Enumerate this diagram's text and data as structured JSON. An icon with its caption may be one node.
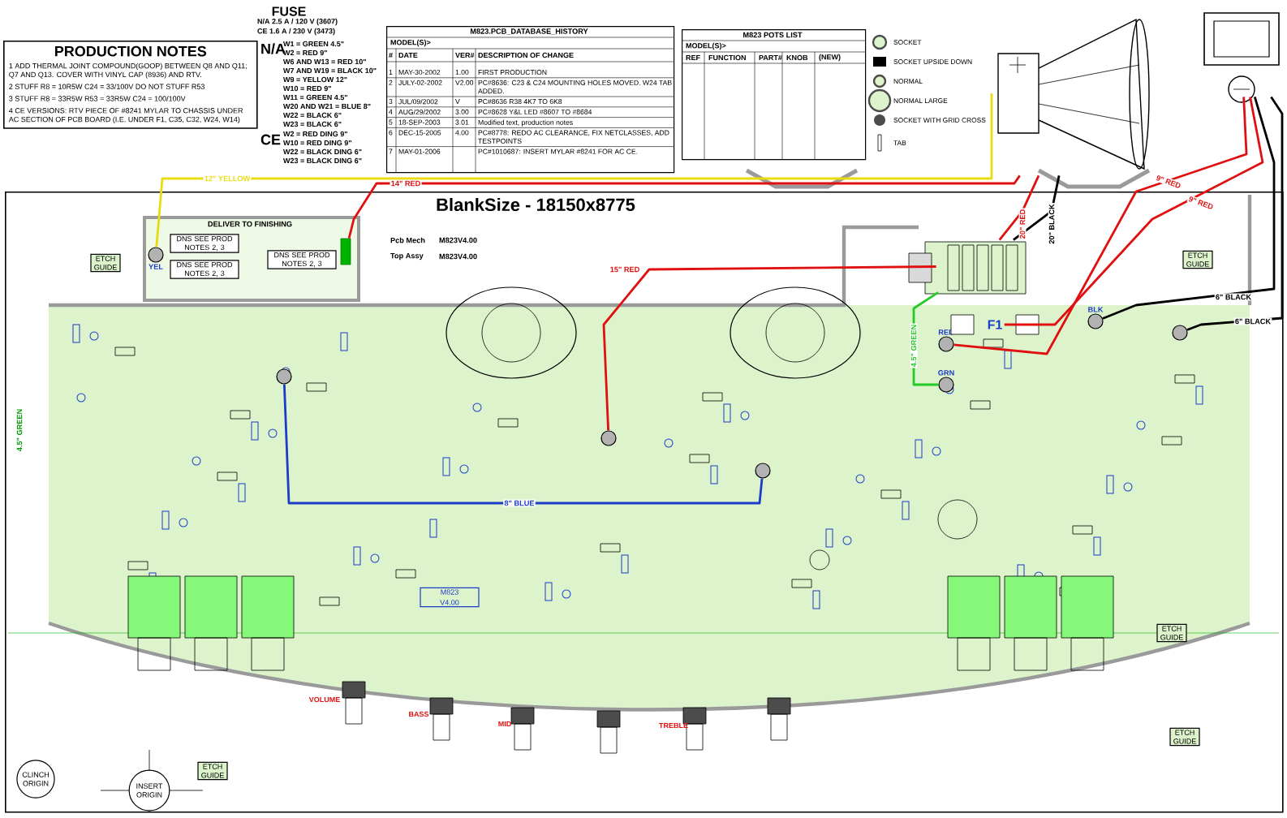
{
  "diagram": {
    "nodes": [
      {
        "text": [
          "PRODUCTION NOTES",
          "1 ADD THERMAL JOINT COMPOUND(GOOP) BETWEEN Q8 AND Q11; Q7 AND Q13. COVER WITH VINYL CAP (8936) AND RTV.",
          "2 STUFF R8 = 10R5W C24 = 33/100V DO NOT STUFF R53",
          "3 STUFF R8 = 33R5W R53 = 33R5W C24 = 100/100V",
          "4 CE VERSIONS: RTV PIECE OF #8241 MYLAR TO CHASSIS UNDER AC SECTION OF PCB BOARD (I.E. UNDER F1, C35, C32, W24, W14)"
        ]
      },
      {
        "text": [],
        "shape": "picture"
      },
      {
        "text": [],
        "shape": "picture"
      },
      {
        "text": [
          "BlankSize - 18150x8775"
        ]
      },
      {
        "text": [
          "DELIVER TO FINISHING"
        ],
        "in": 3
      },
      {
        "text": [
          "DNS SEE PROD NOTES 2, 3"
        ],
        "in": 4
      },
      {
        "text": [
          "DNS SEE PROD NOTES 2, 3"
        ],
        "in": 4
      },
      {
        "text": [
          "DNS SEE PROD NOTES 2, 3"
        ],
        "in": 4
      },
      {
        "text": [],
        "shape": "circle",
        "in": 4,
        "beside": [
          "YEL"
        ]
      },
      {
        "text": [],
        "shape": "box",
        "in": 4
      },
      {
        "text": [],
        "shape": "circle",
        "in": 3
      },
      {
        "text": [],
        "shape": "picture",
        "in": 3
      },
      {
        "text": [
          "F1"
        ],
        "in": 3
      },
      {
        "text": [],
        "shape": "circle",
        "in": 3,
        "beside": [
          "BLK"
        ]
      },
      {
        "text": [],
        "shape": "circle",
        "in": 3
      },
      {
        "text": [],
        "shape": "circle",
        "in": 3
      },
      {
        "text": [],
        "shape": "circle",
        "in": 3,
        "beside": [
          "GRN"
        ]
      },
      {
        "text": [],
        "shape": "circle",
        "in": 3,
        "beside": [
          "RED"
        ]
      },
      {
        "text": [],
        "shape": "circle",
        "in": 3
      },
      {
        "text": [
          "ETCH GUIDE"
        ],
        "in": 3
      },
      {
        "text": [
          "ETCH GUIDE"
        ],
        "in": 3
      },
      {
        "text": [
          "ETCH GUIDE"
        ],
        "in": 3
      },
      {
        "text": [
          "ETCH GUIDE"
        ],
        "in": 3
      },
      {
        "text": [
          "ETCH GUIDE"
        ],
        "in": 3
      },
      {
        "text": [
          "CLINCH ORIGIN"
        ],
        "in": 3
      },
      {
        "text": [
          "INSERT ORIGIN"
        ],
        "in": 3
      },
      {
        "text": [
          "M823",
          "V4.00"
        ],
        "in": 3
      },
      {
        "text": [
          "M823.PCB_DATABASE_HISTORY"
        ]
      },
      {
        "text": [
          "M823 POTS LIST"
        ]
      }
    ],
    "edges": [
      {
        "from": 1,
        "to": 8,
        "arrow": "none",
        "label": "12\" YELLOW",
        "color": "#e8dc10"
      },
      {
        "from": 1,
        "to": 9,
        "arrow": "none",
        "label": "14\" RED"
      },
      {
        "from": 11,
        "to": 10,
        "arrow": "none",
        "label": "15\" RED"
      },
      {
        "from": 2,
        "to": 17,
        "arrow": "none",
        "label": "9\" RED"
      },
      {
        "from": 1,
        "to": 11,
        "arrow": "none",
        "label": "20\" RED"
      },
      {
        "from": 1,
        "to": 11,
        "arrow": "none",
        "label": "20\" BLACK",
        "color": "#000000"
      },
      {
        "from": 2,
        "to": 13,
        "arrow": "none",
        "label": "6\" BLACK",
        "color": "#000000"
      },
      {
        "from": 14,
        "to": 15,
        "arrow": "none",
        "label": "8\" BLUE",
        "color": "#1a3cc8"
      },
      {
        "from": 11,
        "to": 16,
        "arrow": "none",
        "label": "4.5\" GREEN",
        "color": "#22cc22"
      },
      {
        "from": 2,
        "to": 12,
        "arrow": "none",
        "label": "9\" RED"
      },
      {
        "from": 2,
        "to": 18,
        "arrow": "none",
        "label": "6\" BLACK",
        "color": "#000000"
      }
    ],
    "labels": [
      "FUSE",
      "N/A 2.5 A / 120 V (3607)",
      "CE 1.6 A / 230 V (3473)",
      "N/A",
      "W1 = GREEN 4.5\"",
      "W2 = RED 9\"",
      "W6 AND W13 = RED 10\"",
      "W7 AND W19 = BLACK 10\"",
      "W9 = YELLOW 12\"",
      "W10 = RED 9\"",
      "W11 = GREEN 4.5\"",
      "W20 AND W21 = BLUE 8\"",
      "W22 = BLACK 6\"",
      "W23 = BLACK 6\"",
      "CE",
      "W2 = RED DING 9\"",
      "W10 = RED DING 9\"",
      "W22 = BLACK DING 6\"",
      "W23 = BLACK DING 6\"",
      "MODEL(S)>",
      "#",
      "DATE",
      "VER#",
      "DESCRIPTION OF CHANGE",
      "1",
      "MAY-30-2002",
      "1.00",
      "FIRST PRODUCTION",
      "2",
      "JULY-02-2002",
      "V2.00",
      "PC#8636: C23 & C24 MOUNTING HOLES MOVED. W24 TAB ADDED.",
      "3",
      "JUL/09/2002",
      "V",
      "PC#8636 R38 4K7 TO 6K8",
      "4",
      "AUG/29/2002",
      "3.00",
      "PC#8628 Y&L LED #8607 TO #8684",
      "5",
      "18-SEP-2003",
      "3.01",
      "Modified text, production notes",
      "6",
      "DEC-15-2005",
      "4.00",
      "PC#8778: REDO AC CLEARANCE, FIX NETCLASSES, ADD TESTPOINTS",
      "7",
      "MAY-01-2006",
      "PC#1010687: INSERT MYLAR #8241 FOR AC CE.",
      "MODEL(S)>",
      "REF",
      "FUNCTION",
      "PART#",
      "KNOB",
      "(NEW)",
      "Pcb Mech",
      "M823V4.00",
      "Top Assy",
      "M823V4.00",
      "VOLUME",
      "BASS",
      "MID",
      "TREBLE",
      "4.5\" GREEN"
    ],
    "legend": [
      {
        "text": "SOCKET"
      },
      {
        "text": "SOCKET UPSIDE DOWN"
      },
      {
        "text": "NORMAL"
      },
      {
        "text": "NORMAL LARGE"
      },
      {
        "text": "SOCKET WITH GRID CROSS"
      },
      {
        "text": "TAB"
      }
    ]
  }
}
